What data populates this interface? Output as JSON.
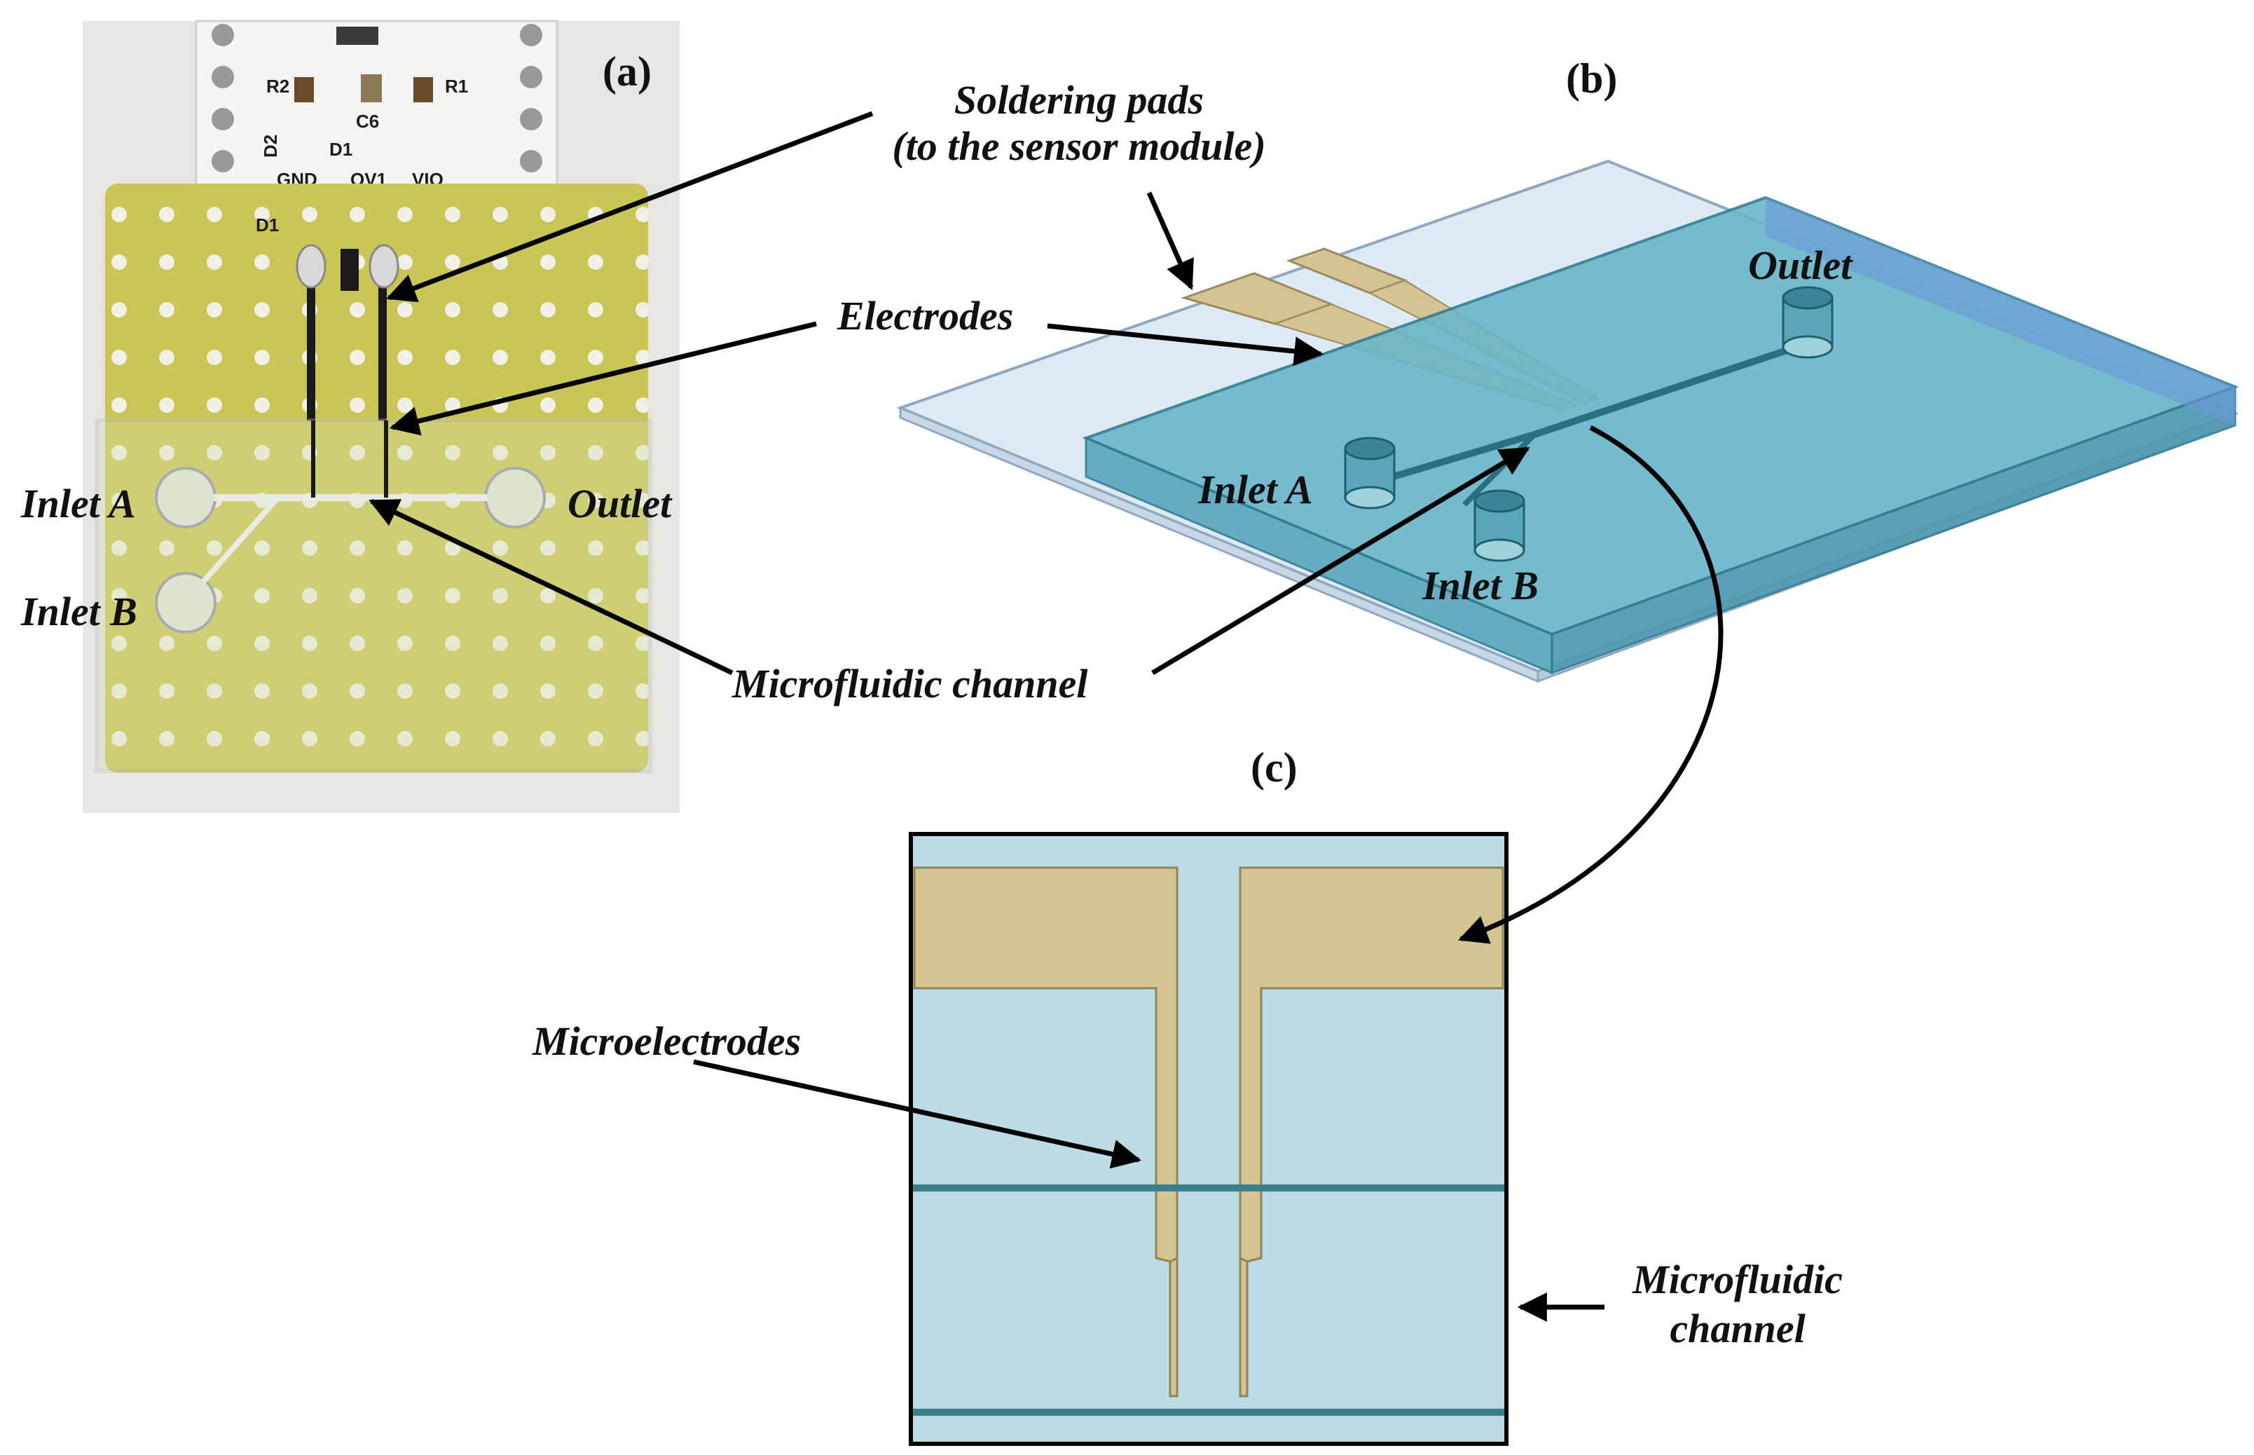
{
  "panels": {
    "a": "(a)",
    "b": "(b)",
    "c": "(c)"
  },
  "photo_board_marks": [
    "R2",
    "C6",
    "R1",
    "D2",
    "D1",
    "GND",
    "QV1",
    "VIO",
    "D1"
  ],
  "labels": {
    "soldering_pads_line1": "Soldering pads",
    "soldering_pads_line2": "(to the sensor module)",
    "electrodes": "Electrodes",
    "inlet_a": "Inlet A",
    "inlet_b": "Inlet B",
    "outlet": "Outlet",
    "microfluidic_channel": "Microfluidic channel",
    "microelectrodes": "Microelectrodes",
    "microfluidic_line1": "Microfluidic",
    "microfluidic_line2": "channel"
  },
  "colors": {
    "perfboard": "#c9c656",
    "chip_blue": "#6ab6c9",
    "substrate": "#cfe2ef",
    "electrode_gold": "#d5c392",
    "detail_bg": "#bddbe5",
    "channel_line": "#3c7f8c"
  }
}
